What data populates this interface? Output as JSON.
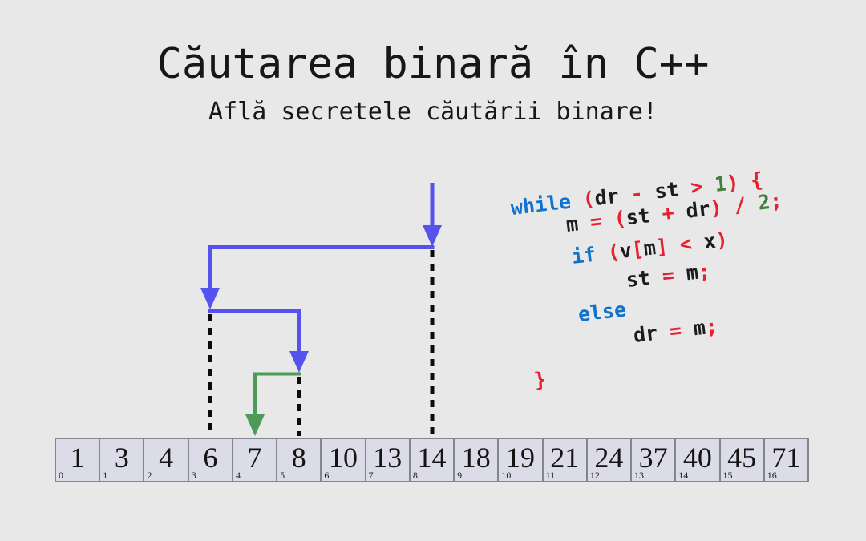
{
  "header": {
    "title": "Căutarea binară în C++",
    "subtitle": "Află secretele căutării binare!"
  },
  "colors": {
    "page_bg": "#e8e8e8",
    "text_dark": "#171717",
    "arrow_blue": "#5552ee",
    "arrow_green": "#4d9b57",
    "dash_black": "#0b0b0b",
    "code_keyword": "#0f72ce",
    "code_operator": "#e6202e",
    "code_number": "#41803f",
    "code_plain": "#1c1c1c",
    "cell_bg": "#dcdce8",
    "cell_border": "#84848e"
  },
  "code": {
    "lines": [
      {
        "tokens": [
          {
            "t": "while",
            "c": "k"
          },
          {
            "t": " ",
            "c": "v"
          },
          {
            "t": "(",
            "c": "p"
          },
          {
            "t": "dr",
            "c": "v"
          },
          {
            "t": " - ",
            "c": "p"
          },
          {
            "t": "st",
            "c": "v"
          },
          {
            "t": " > ",
            "c": "p"
          },
          {
            "t": "1",
            "c": "n"
          },
          {
            "t": ") {",
            "c": "p"
          }
        ]
      },
      {
        "tokens": [
          {
            "t": "m",
            "c": "v"
          },
          {
            "t": " = (",
            "c": "p"
          },
          {
            "t": "st",
            "c": "v"
          },
          {
            "t": " + ",
            "c": "p"
          },
          {
            "t": "dr",
            "c": "v"
          },
          {
            "t": ") / ",
            "c": "p"
          },
          {
            "t": "2",
            "c": "n"
          },
          {
            "t": ";",
            "c": "p"
          }
        ]
      },
      {
        "tokens": [
          {
            "t": "if",
            "c": "k"
          },
          {
            "t": " (",
            "c": "p"
          },
          {
            "t": "v",
            "c": "v"
          },
          {
            "t": "[",
            "c": "p"
          },
          {
            "t": "m",
            "c": "v"
          },
          {
            "t": "]",
            "c": "p"
          },
          {
            "t": " < ",
            "c": "p"
          },
          {
            "t": "x",
            "c": "v"
          },
          {
            "t": ")",
            "c": "p"
          }
        ]
      },
      {
        "tokens": [
          {
            "t": "st",
            "c": "v"
          },
          {
            "t": " = ",
            "c": "p"
          },
          {
            "t": "m",
            "c": "v"
          },
          {
            "t": ";",
            "c": "p"
          }
        ]
      },
      {
        "tokens": [
          {
            "t": "else",
            "c": "k"
          }
        ]
      },
      {
        "tokens": [
          {
            "t": "dr",
            "c": "v"
          },
          {
            "t": " = ",
            "c": "p"
          },
          {
            "t": "m",
            "c": "v"
          },
          {
            "t": ";",
            "c": "p"
          }
        ]
      },
      {
        "tokens": [
          {
            "t": "}",
            "c": "p"
          }
        ]
      }
    ]
  },
  "array": {
    "cells": [
      {
        "value": "1",
        "index": "0"
      },
      {
        "value": "3",
        "index": "1"
      },
      {
        "value": "4",
        "index": "2"
      },
      {
        "value": "6",
        "index": "3"
      },
      {
        "value": "7",
        "index": "4"
      },
      {
        "value": "8",
        "index": "5"
      },
      {
        "value": "10",
        "index": "6"
      },
      {
        "value": "13",
        "index": "7"
      },
      {
        "value": "14",
        "index": "8"
      },
      {
        "value": "18",
        "index": "9"
      },
      {
        "value": "19",
        "index": "10"
      },
      {
        "value": "21",
        "index": "11"
      },
      {
        "value": "24",
        "index": "12"
      },
      {
        "value": "37",
        "index": "13"
      },
      {
        "value": "40",
        "index": "14"
      },
      {
        "value": "45",
        "index": "15"
      },
      {
        "value": "71",
        "index": "16"
      }
    ]
  }
}
